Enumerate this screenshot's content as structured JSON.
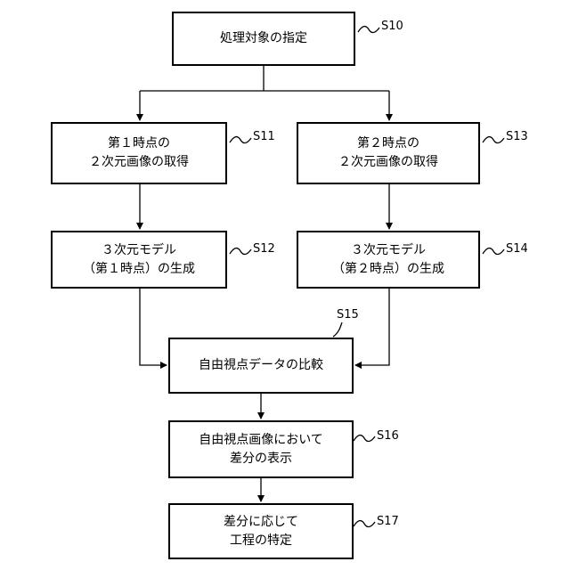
{
  "steps": {
    "s10": {
      "label": "S10",
      "lines": [
        "処理対象の指定"
      ]
    },
    "s11": {
      "label": "S11",
      "lines": [
        "第１時点の",
        "２次元画像の取得"
      ]
    },
    "s13": {
      "label": "S13",
      "lines": [
        "第２時点の",
        "２次元画像の取得"
      ]
    },
    "s12": {
      "label": "S12",
      "lines": [
        "３次元モデル",
        "（第１時点）の生成"
      ]
    },
    "s14": {
      "label": "S14",
      "lines": [
        "３次元モデル",
        "（第２時点）の生成"
      ]
    },
    "s15": {
      "label": "S15",
      "lines": [
        "自由視点データの比較"
      ]
    },
    "s16": {
      "label": "S16",
      "lines": [
        "自由視点画像において",
        "差分の表示"
      ]
    },
    "s17": {
      "label": "S17",
      "lines": [
        "差分に応じて",
        "工程の特定"
      ]
    }
  }
}
